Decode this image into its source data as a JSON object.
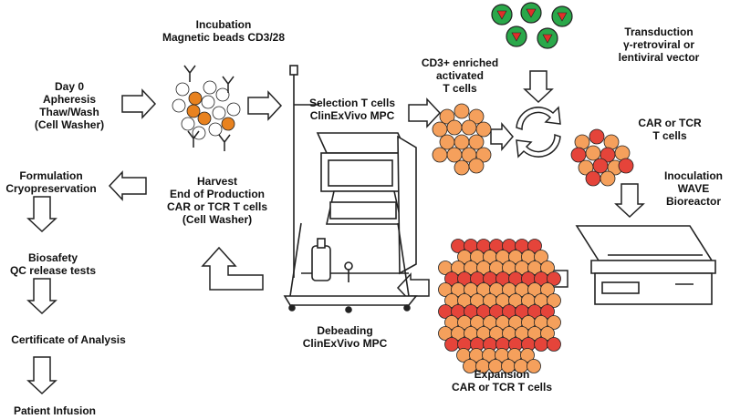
{
  "colors": {
    "cell_orange": "#f5a05c",
    "cell_red": "#e5443a",
    "bead_orange": "#e8821f",
    "virus_green": "#2aa84a",
    "virus_red": "#e0302a",
    "outline": "#222222"
  },
  "steps": {
    "day0": [
      "Day 0",
      "Apheresis",
      "Thaw/Wash",
      "(Cell Washer)"
    ],
    "incubation": [
      "Incubation",
      "Magnetic beads CD3/28"
    ],
    "selection": [
      "Selection T cells",
      "ClinExVivo MPC"
    ],
    "enriched": [
      "CD3+ enriched",
      "activated",
      "T cells"
    ],
    "transduction": [
      "Transduction",
      "γ-retroviral or",
      "lentiviral vector"
    ],
    "car_tcr": [
      "CAR or TCR",
      "T cells"
    ],
    "inoculation": [
      "Inoculation",
      "WAVE",
      "Bioreactor"
    ],
    "expansion": [
      "Expansion",
      "CAR or TCR T cells"
    ],
    "debeading": [
      "Debeading",
      "ClinExVivo MPC"
    ],
    "harvest": [
      "Harvest",
      "End of Production",
      "CAR or TCR T cells",
      "(Cell Washer)"
    ],
    "formulation": [
      "Formulation",
      "Cryopreservation"
    ],
    "biosafety": [
      "Biosafety",
      "QC release tests"
    ],
    "certificate": [
      "Certificate of Analysis"
    ],
    "infusion": [
      "Patient Infusion"
    ]
  }
}
